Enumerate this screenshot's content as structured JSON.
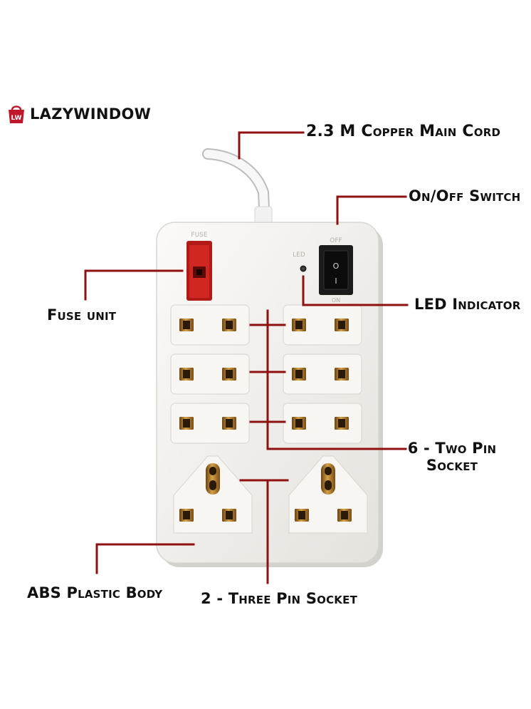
{
  "brand": {
    "name": "LAZYWINDOW",
    "logo_monogram": "LW",
    "logo_color": "#c0182b"
  },
  "product_markings": {
    "fuse": "FUSE",
    "led": "LED",
    "off": "OFF",
    "on": "ON",
    "switch_o": "O",
    "switch_i": "I"
  },
  "callouts": [
    {
      "id": "main-cord",
      "label": "2.3 M Copper Main Cord"
    },
    {
      "id": "switch",
      "label": "On/Off Switch"
    },
    {
      "id": "led",
      "label": "LED Indicator"
    },
    {
      "id": "fuse",
      "label": "Fuse unit"
    },
    {
      "id": "two-pin",
      "label": "6 - Two Pin Socket"
    },
    {
      "id": "body",
      "label": "ABS Plastic Body"
    },
    {
      "id": "three-pin",
      "label": "2 - Three Pin Socket"
    }
  ],
  "colors": {
    "leader_line": "#8e1010",
    "label_text": "#111111",
    "body": "#f3f2ef",
    "fuse": "#c8201c",
    "socket_brass": "#b8842c",
    "socket_hole": "#2a1a08"
  }
}
